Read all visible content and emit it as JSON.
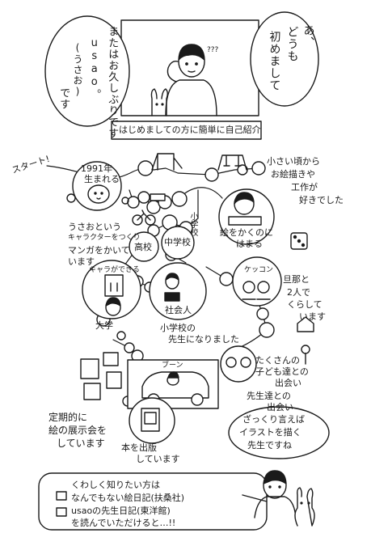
{
  "header": {
    "bubble_right_lines": [
      "あ、",
      "どうも",
      "初めまして"
    ],
    "bubble_left_lines": [
      "またはお久しぶりです",
      "usao。",
      "(うさお)",
      "です"
    ],
    "sound": "???"
  },
  "intro_banner": "はじめましての方に簡単に自己紹介",
  "timeline": {
    "start": "スタート!",
    "birth": [
      "1991年",
      "生まれる"
    ],
    "childhood": [
      "小さい頃から",
      "お絵描きや",
      "工作が",
      "好きでした"
    ],
    "drawing_hobby": [
      "絵をかくのに",
      "はまる"
    ],
    "elementary": "小学校",
    "middle": "中学校",
    "high": "高校",
    "character_note": [
      "うさおという",
      "キャラクターをつくり",
      "マンガをかいて",
      "います"
    ],
    "character_born": "キャラができる",
    "university": "大学",
    "working": "社会人",
    "teacher": [
      "小学校の",
      "先生になりました"
    ],
    "wedding_sign": "ケッコン",
    "married": [
      "旦那と",
      "2人で",
      "くらして",
      "います"
    ],
    "drive_sound": "ブーン",
    "encounters": [
      "たくさんの",
      "子ども達との",
      "出会い",
      "先生達との",
      "出会い"
    ],
    "exhibitions": [
      "定期的に",
      "絵の展示会を",
      "しています"
    ],
    "books": [
      "本を出版",
      "しています"
    ],
    "summary": [
      "ざっくり言えば",
      "イラストを描く",
      "先生ですね"
    ]
  },
  "footer": {
    "line1": "くわしく知りたい方は",
    "line2": "なんでもない絵日記(扶桑社)",
    "line3": "usaoの先生日記(東洋館)",
    "line4": "を読んでいただけると…!!"
  }
}
